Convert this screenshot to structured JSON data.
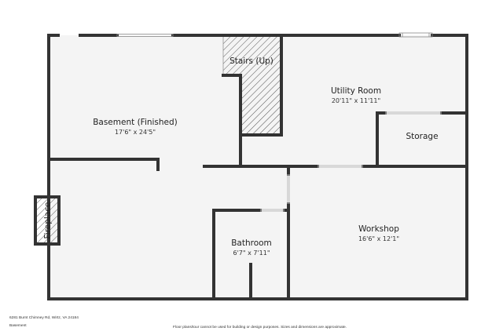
{
  "colors": {
    "wall": "#333333",
    "floor": "#f4f4f4",
    "hatch": "#555555",
    "page": "#ffffff"
  },
  "rooms": {
    "basement": {
      "name": "Basement (Finished)",
      "dims": "17'6\" x 24'5\""
    },
    "stairs": {
      "name": "Stairs (Up)"
    },
    "utility": {
      "name": "Utility Room",
      "dims": "20'11\" x 11'11\""
    },
    "storage": {
      "name": "Storage"
    },
    "fireplace": {
      "name": "Fireplace"
    },
    "bathroom": {
      "name": "Bathroom",
      "dims": "6'7\" x 7'11\""
    },
    "workshop": {
      "name": "Workshop",
      "dims": "16'6\" x 12'1\""
    }
  },
  "footer": {
    "address": "6281 Burnt Chimney Rd, Wirtz, VA 24184",
    "level": "Basement",
    "disclaimer": "Floor plans/tour cannot be used for building or design purposes. Sizes and dimensions are approximate."
  }
}
